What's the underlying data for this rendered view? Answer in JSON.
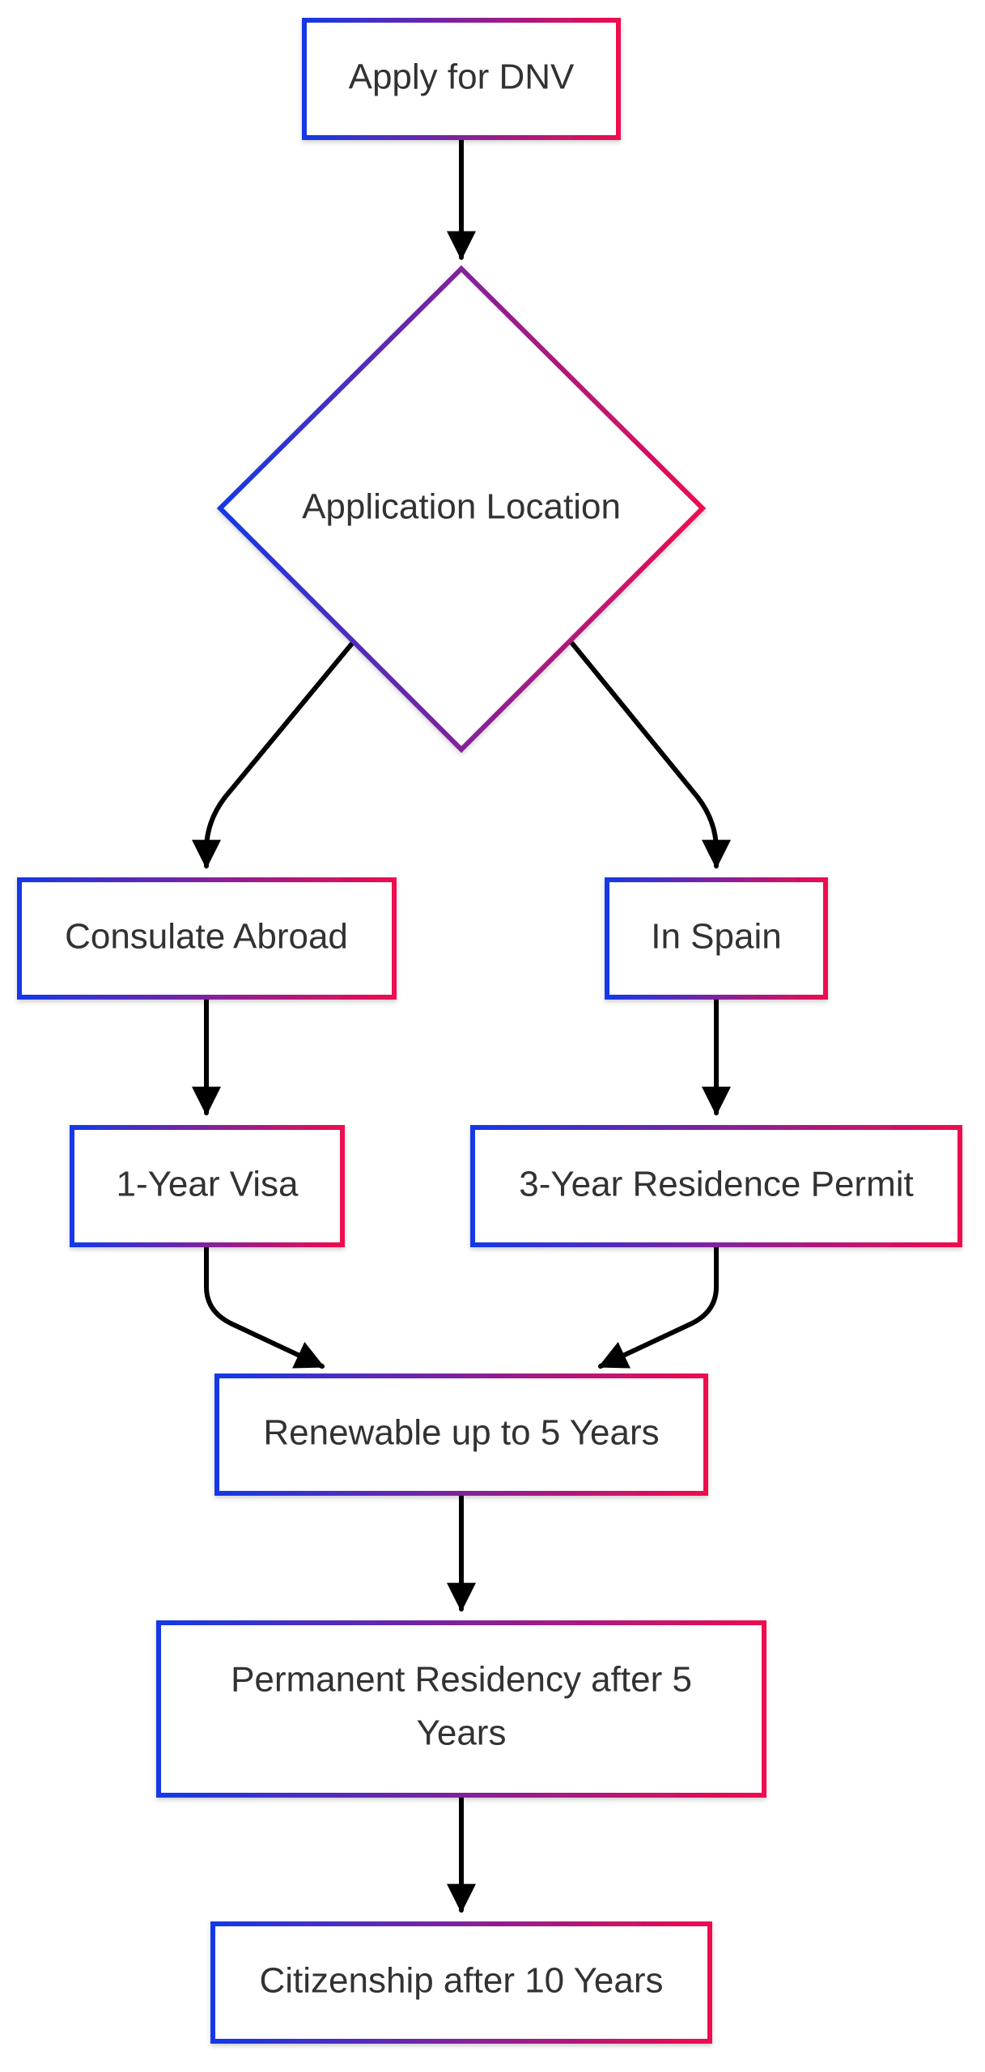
{
  "diagram": {
    "colors": {
      "gradient_start": "#1339e8",
      "gradient_end": "#ee0b4f",
      "edge": "#000000",
      "text": "#333333",
      "background": "#ffffff"
    },
    "nodes": {
      "apply": "Apply for DNV",
      "location": "Application Location",
      "consulate": "Consulate Abroad",
      "spain": "In Spain",
      "visa": "1-Year Visa",
      "permit": "3-Year Residence Permit",
      "renewable": "Renewable up to 5 Years",
      "permanent_line1": "Permanent Residency after 5",
      "permanent_line2": "Years",
      "citizenship": "Citizenship after 10 Years"
    }
  }
}
